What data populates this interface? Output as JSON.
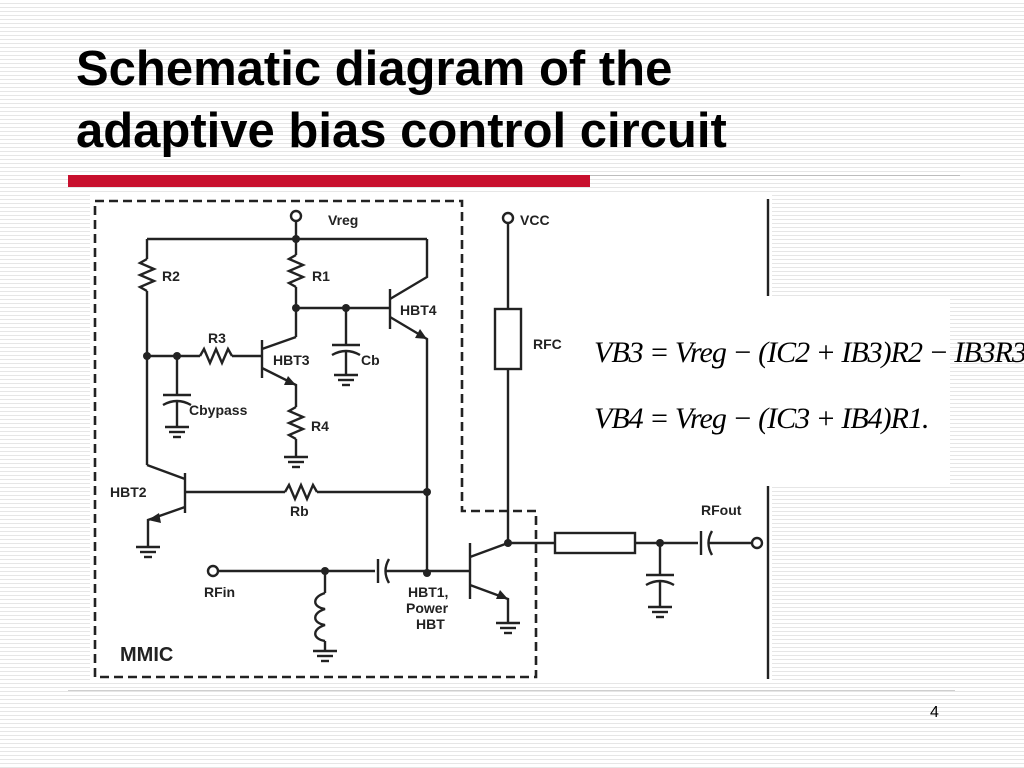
{
  "slide": {
    "title_line1": "Schematic diagram of the",
    "title_line2": "adaptive bias control circuit",
    "page_number": "4"
  },
  "schematic": {
    "labels": {
      "vreg": "Vreg",
      "vcc": "VCC",
      "r1": "R1",
      "r2": "R2",
      "r3": "R3",
      "r4": "R4",
      "hbt2": "HBT2",
      "hbt3": "HBT3",
      "hbt4": "HBT4",
      "cb": "Cb",
      "cbypass": "Cbypass",
      "rb": "Rb",
      "rfc": "RFC",
      "rfin": "RFin",
      "rfout": "RFout",
      "hbt1_line1": "HBT1,",
      "hbt1_line2": "Power",
      "hbt1_line3": "HBT",
      "mmic": "MMIC"
    }
  },
  "equations": {
    "eq1": "VB3 = Vreg − (IC2 + IB3)R2 − IB3R3",
    "eq2": "VB4 = Vreg − (IC3 + IB4)R1."
  }
}
